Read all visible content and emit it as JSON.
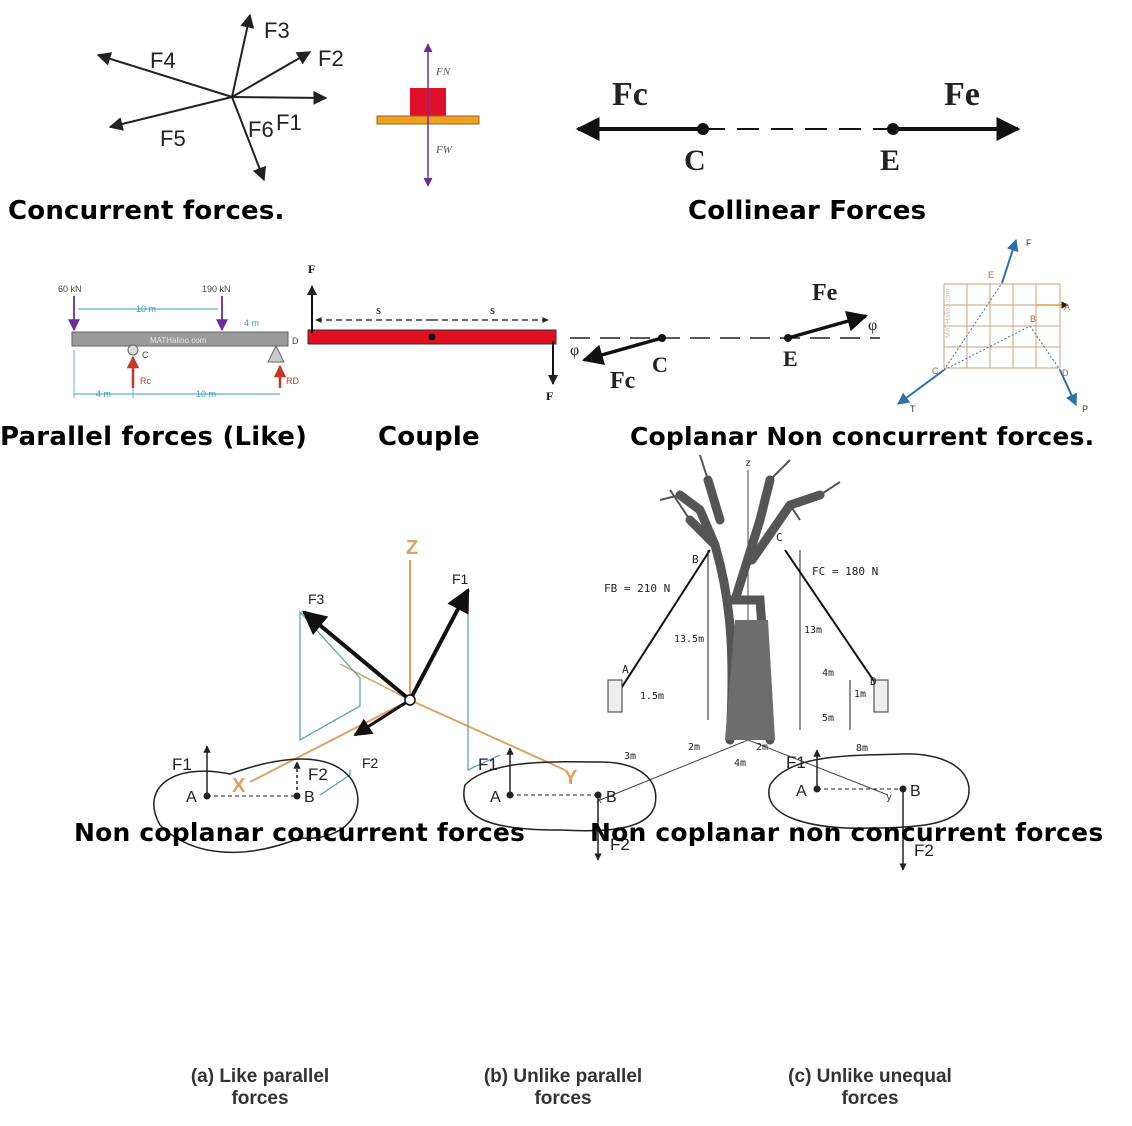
{
  "captions": {
    "concurrent": "Concurrent forces.",
    "collinear": "Collinear Forces",
    "parallel": "Parallel forces (Like)",
    "couple": "Couple",
    "coplanar_nc": "Coplanar  Non concurrent forces.",
    "noncop_conc": "Non coplanar concurrent forces",
    "noncop_nonconc": "Non coplanar non concurrent forces",
    "like_parallel_1": "(a) Like parallel",
    "like_parallel_2": "forces",
    "unlike_parallel_1": "(b) Unlike parallel",
    "unlike_parallel_2": "forces",
    "unlike_unequal_1": "(c) Unlike unequal",
    "unlike_unequal_2": "forces"
  },
  "concurrent": {
    "labels": [
      "F4",
      "F3",
      "F2",
      "F1",
      "F5",
      "F6"
    ]
  },
  "block": {
    "fn": "FN",
    "fw": "FW"
  },
  "collinear": {
    "fc": "Fc",
    "fe": "Fe",
    "c": "C",
    "e": "E"
  },
  "beam": {
    "load1": "60 kN",
    "load2": "190 kN",
    "dim_top": "10 m",
    "dim_right": "4 m",
    "support_c": "C",
    "support_d": "D",
    "rc": "Rc",
    "rd": "RD",
    "watermark": "MATHalino.com",
    "dim_b1": "4 m",
    "dim_b2": "10 m"
  },
  "couple": {
    "f_top": "F",
    "f_bottom": "F",
    "s1": "s",
    "s2": "s"
  },
  "coplanar": {
    "fe": "Fe",
    "fc": "Fc",
    "c": "C",
    "e": "E",
    "phi1": "φ",
    "phi2": "φ"
  },
  "grid": {
    "f": "F",
    "e": "E",
    "a": "A",
    "b": "B",
    "c": "C",
    "d": "D",
    "t": "T",
    "p": "P",
    "watermark": "MATHalino.com"
  },
  "axes3d": {
    "z": "Z",
    "x": "X",
    "y": "Y",
    "f1": "F1",
    "f2": "F2",
    "f3": "F3"
  },
  "tree": {
    "z": "z",
    "x": "x",
    "y": "y",
    "fb": "FB = 210 N",
    "fc": "FC = 180 N",
    "b": "B",
    "c": "C",
    "a": "A",
    "d": "D",
    "d135": "13.5m",
    "d13": "13m",
    "d15": "1.5m",
    "d1": "1m",
    "d4a": "4m",
    "d5": "5m",
    "d3": "3m",
    "d2a": "2m",
    "d2b": "2m",
    "d4b": "4m",
    "d8": "8m"
  },
  "bodies": {
    "a": {
      "f1": "F1",
      "f2": "F2",
      "pa": "A",
      "pb": "B"
    },
    "b": {
      "f1": "F1",
      "f2": "F2",
      "pa": "A",
      "pb": "B"
    },
    "c": {
      "f1": "F1",
      "f2": "F2",
      "pa": "A",
      "pb": "B"
    }
  }
}
